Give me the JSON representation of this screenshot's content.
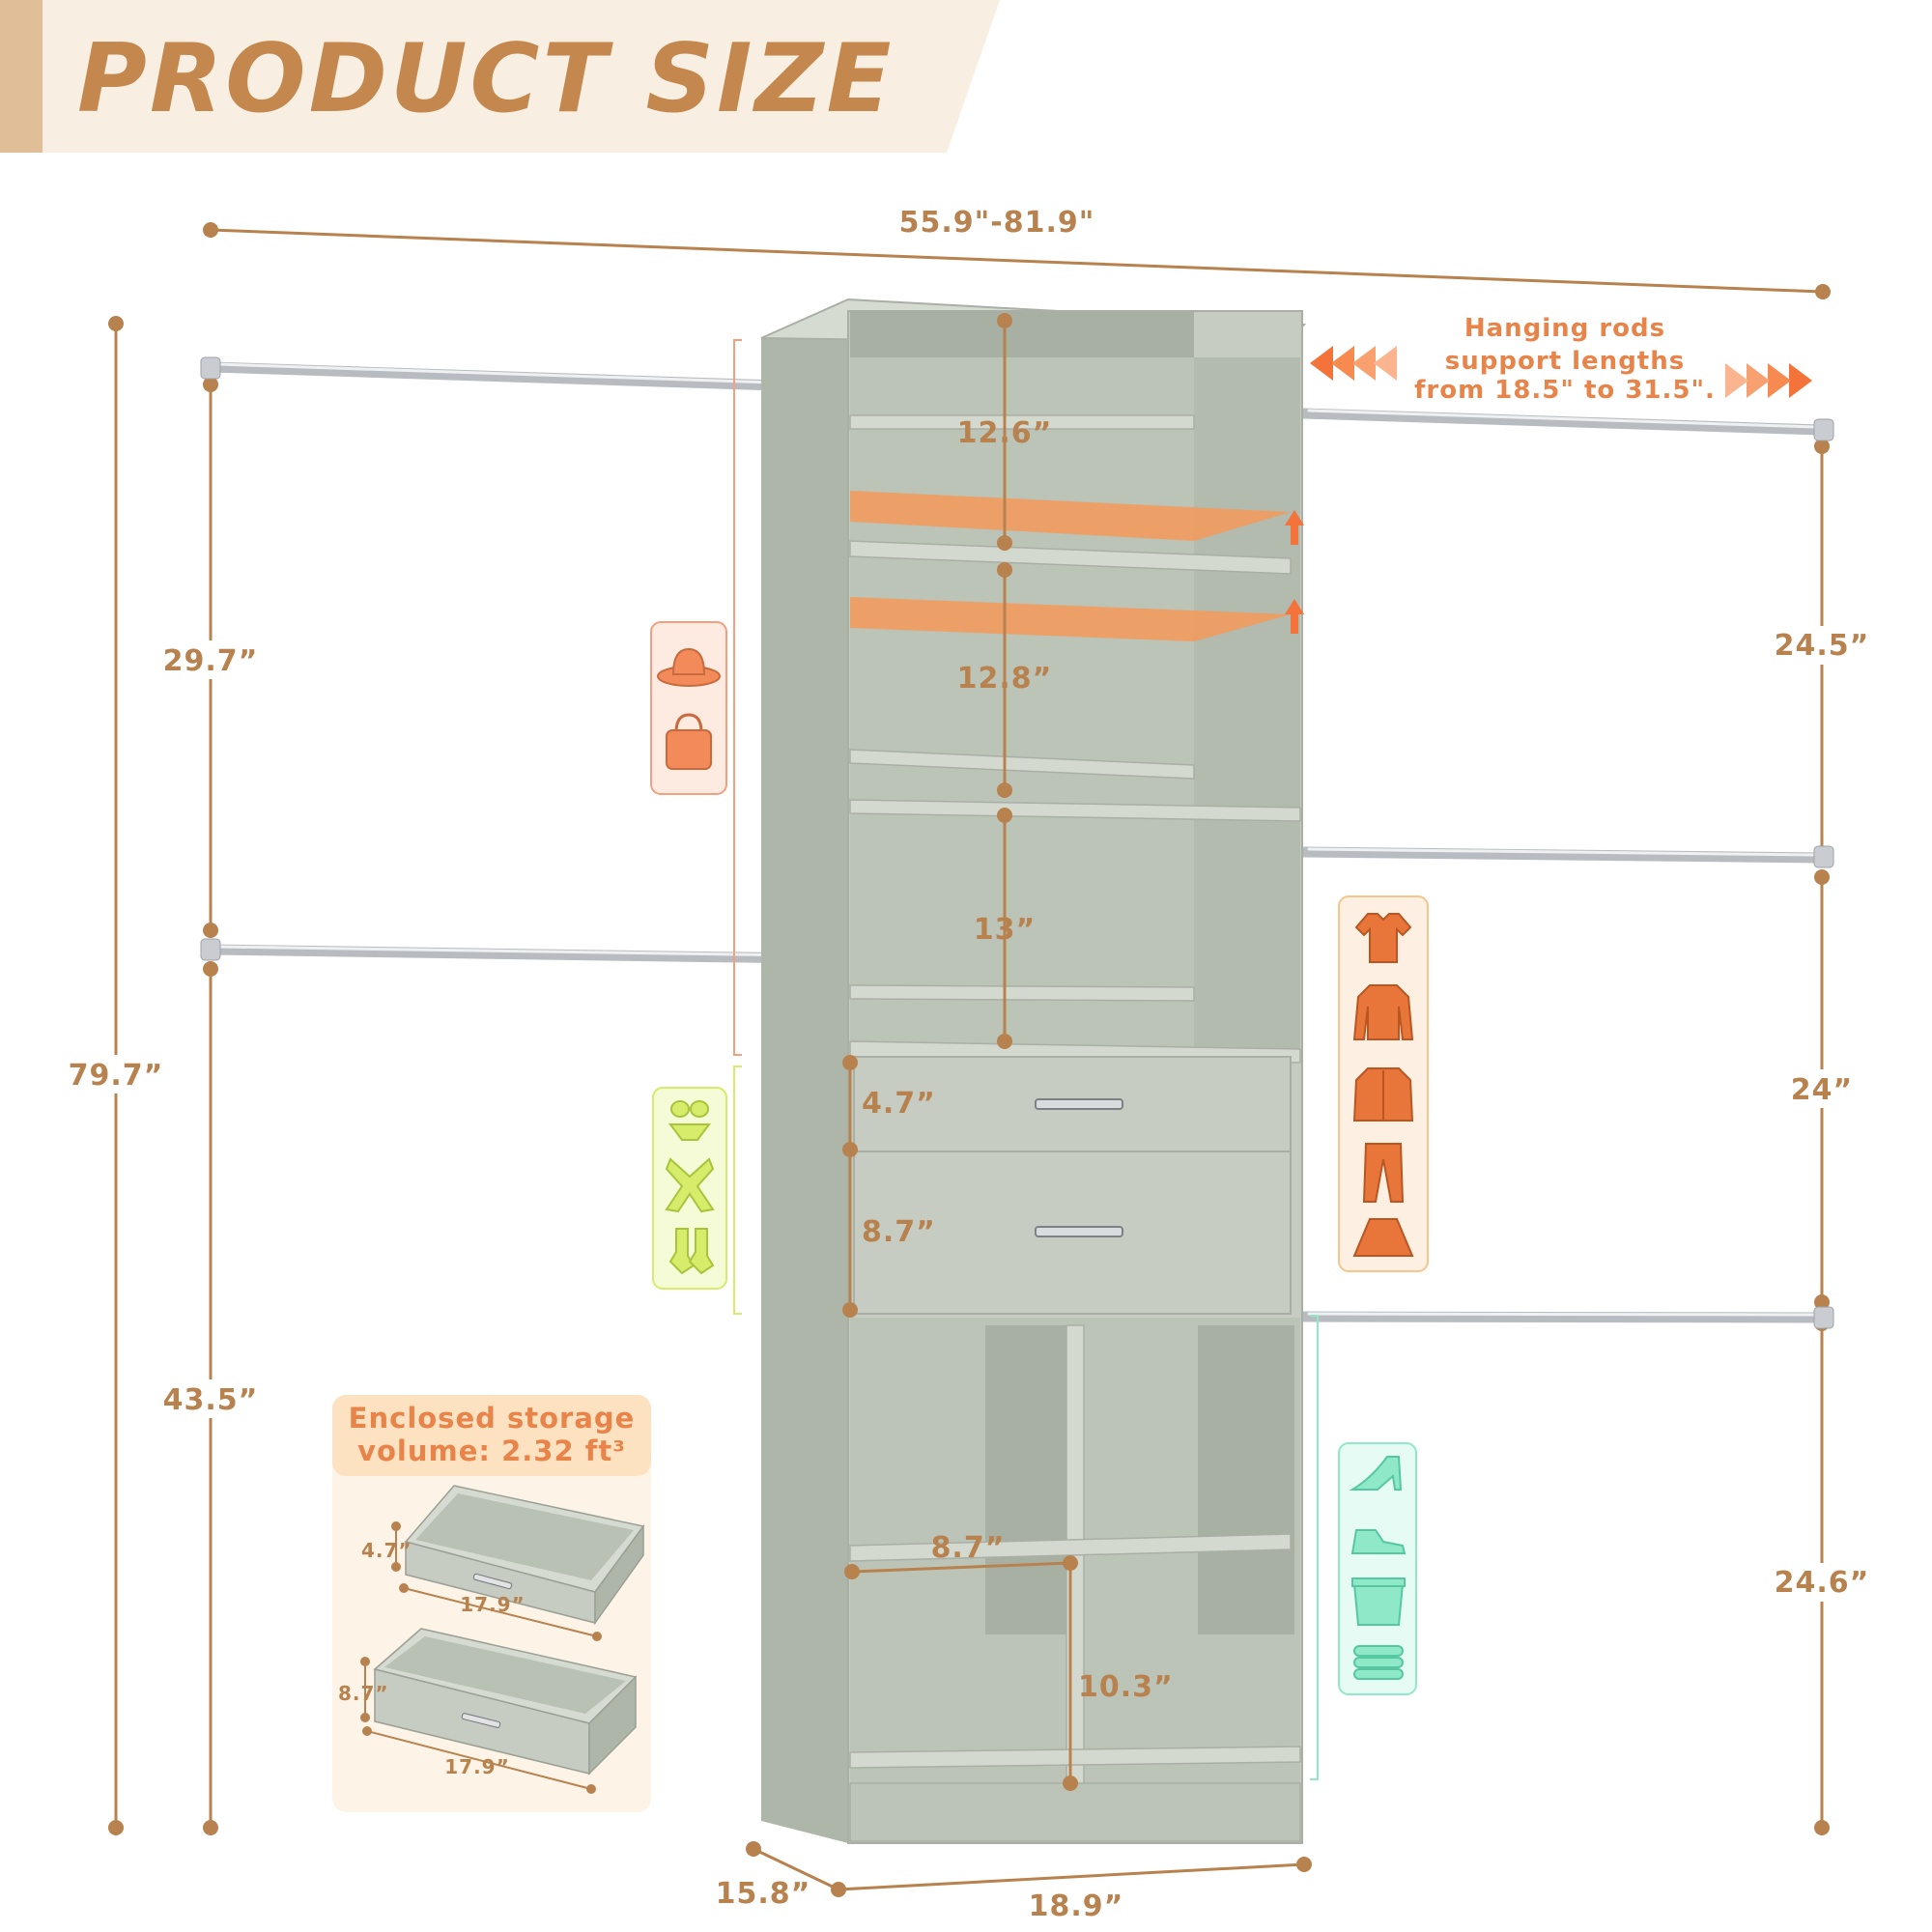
{
  "header": {
    "title": "PRODUCT SIZE"
  },
  "colors": {
    "accent": "#b8824f",
    "highlight": "#f28a4a",
    "cabinet": "#c6ccc1"
  },
  "dimensions": {
    "total_width": "55.9\"-81.9\"",
    "total_height": "79.7”",
    "left_upper": "29.7”",
    "left_lower": "43.5”",
    "right_top": "24.5”",
    "right_middle": "24”",
    "right_bottom": "24.6”",
    "shelf_1": "12.6”",
    "shelf_2": "12.8”",
    "shelf_3": "13”",
    "drawer_1": "4.7”",
    "drawer_2": "8.7”",
    "cube_width": "8.7”",
    "cube_height": "10.3”",
    "depth": "15.8”",
    "width": "18.9”"
  },
  "rod_note": {
    "line1": "Hanging rods",
    "line2": "support lengths",
    "line3": "from 18.5\" to 31.5\"."
  },
  "storage_box": {
    "line1": "Enclosed storage",
    "line2": "volume: 2.32 ft³",
    "drawer_small_height": "4.7”",
    "drawer_small_width": "17.9”",
    "drawer_large_height": "8.7”",
    "drawer_large_width": "17.9”"
  },
  "icons": {
    "accessories": [
      "hat-icon",
      "handbag-icon"
    ],
    "drawer_items": [
      "underwear-icon",
      "scarf-icon",
      "socks-icon"
    ],
    "hanging_items": [
      "tshirt-icon",
      "shirt-icon",
      "jacket-icon",
      "pants-icon",
      "skirt-icon"
    ],
    "cube_items": [
      "high-heel-icon",
      "shoe-icon",
      "storage-bin-icon",
      "folded-towels-icon"
    ]
  }
}
